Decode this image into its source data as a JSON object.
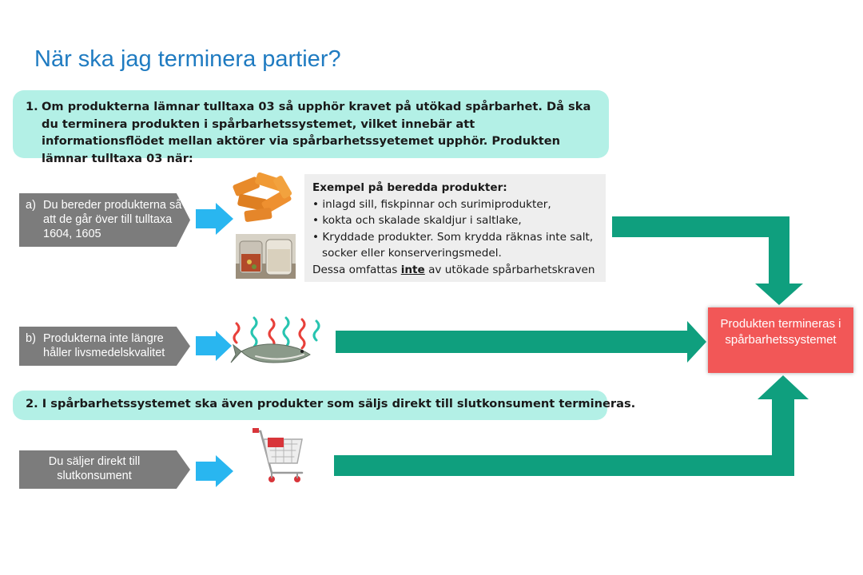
{
  "title": "När ska jag terminera partier?",
  "box1": {
    "number": "1.",
    "text": "Om produkterna lämnar tulltaxa 03 så upphör kravet på utökad spårbarhet. Då ska du terminera produkten i spårbarhetssystemet, vilket innebär att informationsflödet mellan aktörer via spårbarhetssyetemet upphör. Produkten lämnar tulltaxa 03 när:"
  },
  "box2": {
    "number": "2.",
    "text": "I spårbarhetssystemet ska även produkter som säljs direkt till slutkonsument termineras."
  },
  "conditions": {
    "a": {
      "marker": "a)",
      "text": "Du bereder produkterna så  att de går över till tulltaxa 1604, 1605"
    },
    "b": {
      "marker": "b)",
      "text": "Produkterna  inte längre håller livsmedelskvalitet"
    },
    "c": {
      "text": "Du säljer direkt till slutkonsument"
    }
  },
  "examples": {
    "heading": "Exempel på beredda produkter:",
    "items": [
      "inlagd sill, fiskpinnar och surimiprodukter,",
      "kokta och skalade skaldjur i saltlake,",
      "Kryddade produkter. Som krydda räknas inte salt, socker eller konserveringsmedel."
    ],
    "bullet": "•",
    "footer_before": "Dessa omfattas ",
    "footer_emph": "inte",
    "footer_after": " av utökade spårbarhetskraven"
  },
  "result": "Produkten termineras i spårbarhetssystemet",
  "colors": {
    "title": "#1f7bc1",
    "teal_box": "#b3f0e6",
    "gray_box": "#7c7c7c",
    "blue_arrow": "#29b6f0",
    "green_arrow": "#0f9f7e",
    "red_box": "#f25757"
  },
  "icons": [
    "fish-sticks-icon",
    "pickled-jars-icon",
    "spoiled-fish-icon",
    "shopping-cart-icon"
  ]
}
